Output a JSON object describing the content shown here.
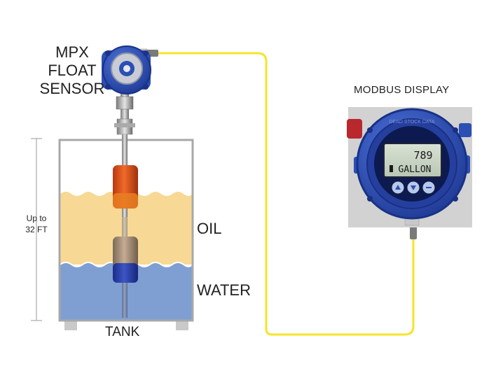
{
  "sensor": {
    "line1": "MPX",
    "line2": "FLOAT",
    "line3": "SENSOR"
  },
  "display": {
    "title": "MODBUS DISPLAY",
    "reading": "789",
    "unit": "GALLON",
    "brand": "DEAD STOCK DATA"
  },
  "tank": {
    "label": "TANK",
    "height_line1": "Up to",
    "height_line2": "32 FT",
    "oil_label": "OIL",
    "water_label": "WATER"
  },
  "colors": {
    "cable": "#f5e42a",
    "oil": "#f7d995",
    "water": "#7f9fd3",
    "enclosure": "#2b4fb3",
    "float_top": "#d8501c",
    "float_mid": "#a08a70",
    "float_bottom": "#283fa8"
  }
}
